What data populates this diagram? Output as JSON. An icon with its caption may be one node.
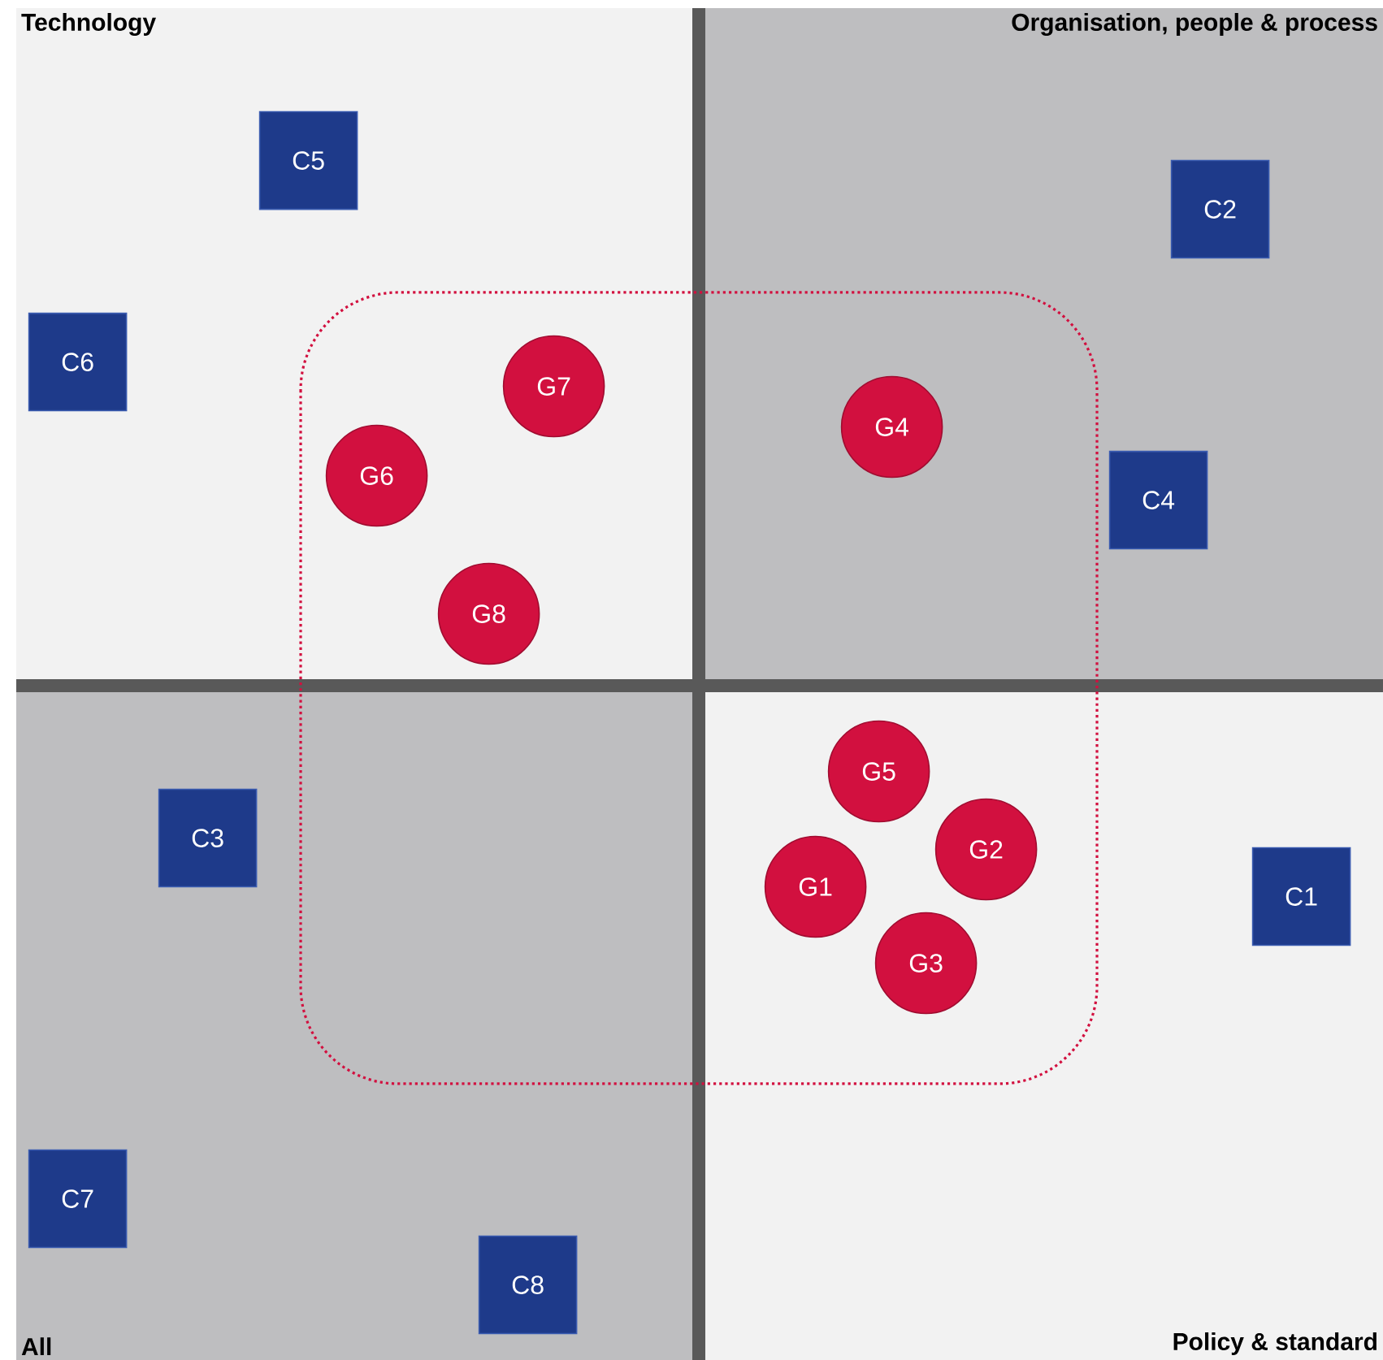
{
  "diagram": {
    "nodes": [
      {
        "text": [
          "Technology"
        ]
      },
      {
        "text": [
          "C5"
        ],
        "in": 0
      },
      {
        "text": [
          "C6"
        ],
        "in": 0
      },
      {
        "text": [
          "G7"
        ],
        "in": 0
      },
      {
        "text": [
          "G6"
        ],
        "in": 0
      },
      {
        "text": [
          "G8"
        ],
        "in": 0
      },
      {
        "text": [
          "Organisation, people & process"
        ]
      },
      {
        "text": [
          "C2"
        ],
        "in": 6
      },
      {
        "text": [
          "G4"
        ],
        "in": 6
      },
      {
        "text": [
          "C4"
        ],
        "in": 6
      },
      {
        "text": [
          "All"
        ]
      },
      {
        "text": [
          "C3"
        ],
        "in": 10
      },
      {
        "text": [
          "C7"
        ],
        "in": 10
      },
      {
        "text": [
          "C8"
        ],
        "in": 10
      },
      {
        "text": [
          "Policy & standard"
        ]
      },
      {
        "text": [
          "G5"
        ],
        "in": 14
      },
      {
        "text": [
          "G2"
        ],
        "in": 14
      },
      {
        "text": [
          "G1"
        ],
        "in": 14
      },
      {
        "text": [
          "C1"
        ],
        "in": 14
      },
      {
        "text": [
          "G3"
        ],
        "in": 14
      }
    ]
  }
}
